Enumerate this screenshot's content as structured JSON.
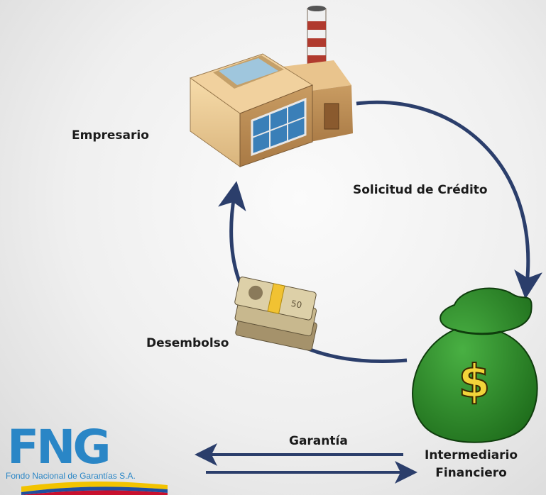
{
  "labels": {
    "empresario": "Empresario",
    "solicitud": "Solicitud de Crédito",
    "desembolso": "Desembolso",
    "garantia": "Garantía",
    "intermediario_line1": "Intermediario",
    "intermediario_line2": "Financiero"
  },
  "logo": {
    "letters": "FNG",
    "subtitle": "Fondo Nacional de Garantías S.A."
  },
  "money_bag_symbol": "$",
  "colors": {
    "arrow": "#2b3e6b",
    "bag": "#2c8a2a",
    "logo_blue": "#2a86c6",
    "dollar_yellow": "#f2d43a"
  },
  "icons": [
    "factory-icon",
    "money-bag-icon",
    "cash-bundle-icon",
    "fng-logo"
  ]
}
